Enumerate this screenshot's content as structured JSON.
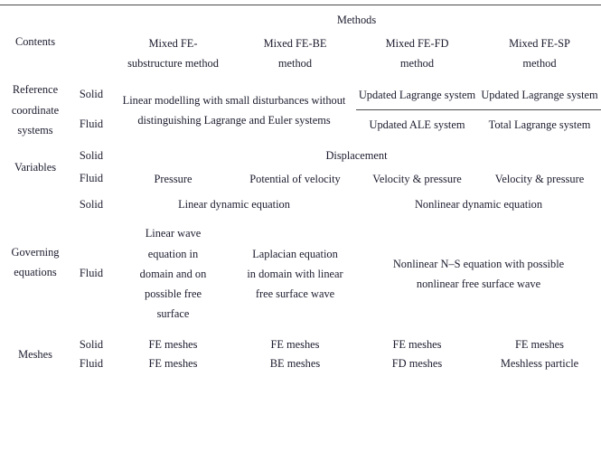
{
  "table": {
    "caption_row_label": "Contents",
    "methods_group_label": "Methods",
    "method_columns": [
      "Mixed FE-<br>substructure method",
      "Mixed FE-BE<br>method",
      "Mixed FE-FD<br>method",
      "Mixed FE-SP<br>method"
    ],
    "method_columns_plain": [
      "Mixed FE-substructure method",
      "Mixed FE-BE method",
      "Mixed FE-FD method",
      "Mixed FE-SP method"
    ],
    "phase_labels": {
      "solid": "Solid",
      "fluid": "Fluid"
    },
    "sections": [
      {
        "label": "Reference coordinate systems",
        "label_lines": [
          "Reference",
          "coordinate",
          "systems"
        ],
        "solid": {
          "span_1_2": "Linear modelling with small disturbances without distinguishing Lagrange and Euler systems",
          "col3": "Updated Lagrange system",
          "col4": "Updated Lagrange system"
        },
        "fluid": {
          "col3": "Updated ALE system",
          "col4": "Total Lagrange system"
        }
      },
      {
        "label": "Variables",
        "solid": {
          "span_all": "Displacement"
        },
        "fluid": {
          "col1": "Pressure",
          "col2": "Potential of velocity",
          "col3": "Velocity & pressure",
          "col4": "Velocity & pressure"
        }
      },
      {
        "label": "Governing equations",
        "label_lines": [
          "Governing",
          "equations"
        ],
        "solid": {
          "span_1_2": "Linear dynamic equation",
          "span_3_4": "Nonlinear dynamic equation"
        },
        "fluid": {
          "col1": "Linear wave equation in domain and on possible free surface",
          "col2": "Laplacian equation in domain with linear free surface wave",
          "span_3_4": "Nonlinear N–S equation with possible nonlinear free surface wave"
        }
      },
      {
        "label": "Meshes",
        "solid": {
          "col1": "FE meshes",
          "col2": "FE meshes",
          "col3": "FE meshes",
          "col4": "FE meshes"
        },
        "fluid": {
          "col1": "FE meshes",
          "col2": "BE meshes",
          "col3": "FD meshes",
          "col4": "Meshless particle"
        }
      }
    ],
    "rule_color": "#4a4a4a",
    "text_color": "#1b1b2e"
  }
}
